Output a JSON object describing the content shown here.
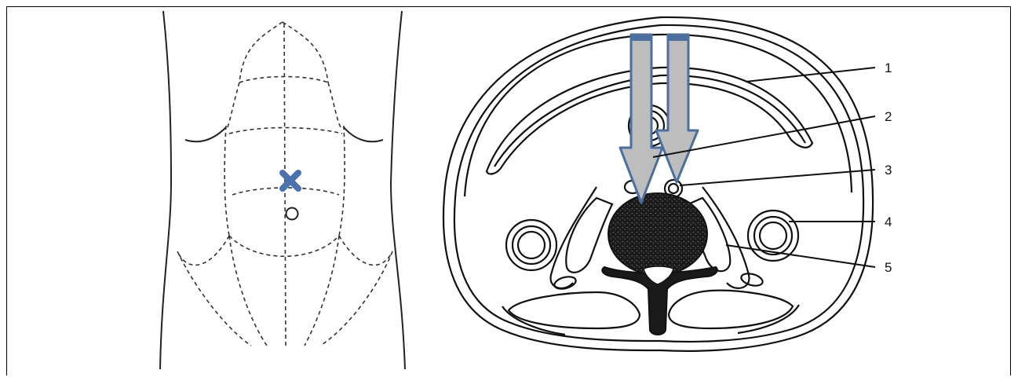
{
  "figure": {
    "left_panel": {
      "marker_icon": "x-cross-icon",
      "marker_color": "#4a72b0"
    },
    "right_panel": {
      "arrow_icon": "down-arrow-icon",
      "arrow_fill": "#bdbdbd",
      "arrow_stroke": "#4a6fa0",
      "labels": [
        "1",
        "2",
        "3",
        "4",
        "5"
      ]
    }
  }
}
